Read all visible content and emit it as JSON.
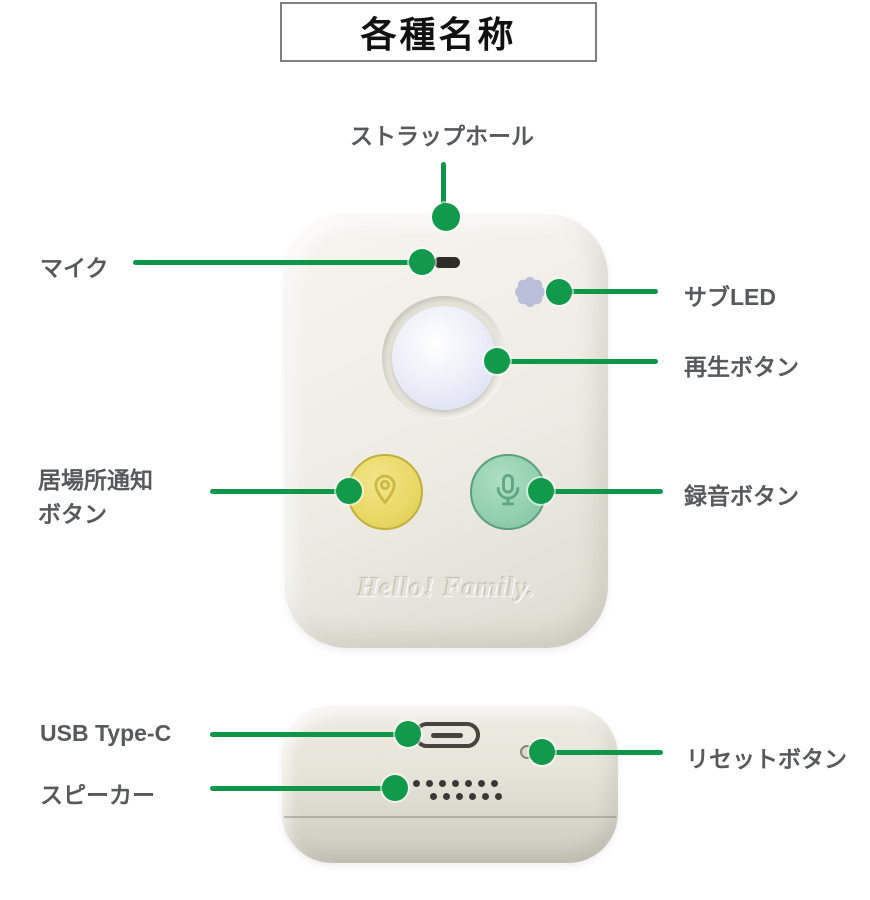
{
  "title": "各種名称",
  "colors": {
    "line_green": "#0F9749",
    "label_gray": "#58595B",
    "device_cream": "#EDEBE2",
    "play_button_face": "#D6DBEE",
    "location_button_yellow": "#E9D967",
    "record_button_mint": "#93D1B0",
    "sub_led_lavender": "#B9BFD9"
  },
  "callouts": {
    "strap_hole": {
      "label": "ストラップホール"
    },
    "mic": {
      "label": "マイク"
    },
    "sub_led": {
      "label": "サブLED"
    },
    "play_button": {
      "label": "再生ボタン"
    },
    "location_button": {
      "label_line1": "居場所通知",
      "label_line2": "ボタン"
    },
    "record_button": {
      "label": "録音ボタン"
    },
    "usb": {
      "label": "USB Type-C"
    },
    "speaker": {
      "label": "スピーカー"
    },
    "reset_button": {
      "label": "リセットボタン"
    }
  },
  "device": {
    "logo": "Hello! Family."
  }
}
